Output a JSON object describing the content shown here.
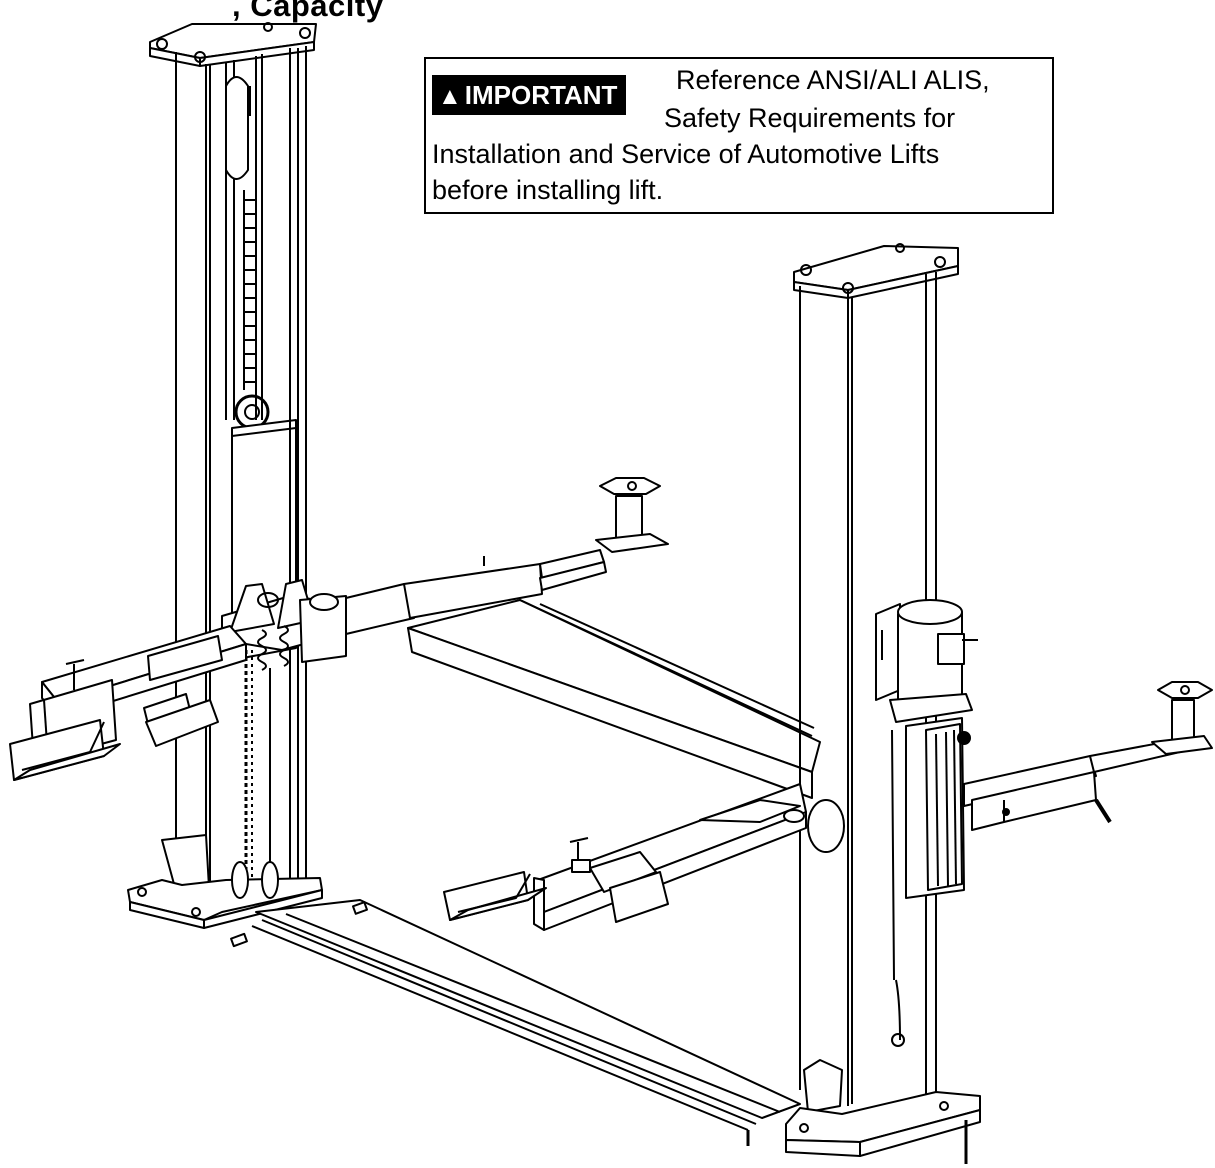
{
  "header": {
    "title_fragment": ", Capacity"
  },
  "notice": {
    "badge_label": "IMPORTANT",
    "warning_symbol": "▲",
    "line1": "Reference ANSI/ALI ALIS,",
    "line2": "Safety Requirements for",
    "line3": "Installation and Service of Automotive Lifts",
    "line4": "before installing lift."
  },
  "colors": {
    "line": "#000000",
    "background": "#ffffff",
    "badge_bg": "#000000",
    "badge_text": "#ffffff"
  },
  "icons": [
    "warning-triangle-icon"
  ]
}
